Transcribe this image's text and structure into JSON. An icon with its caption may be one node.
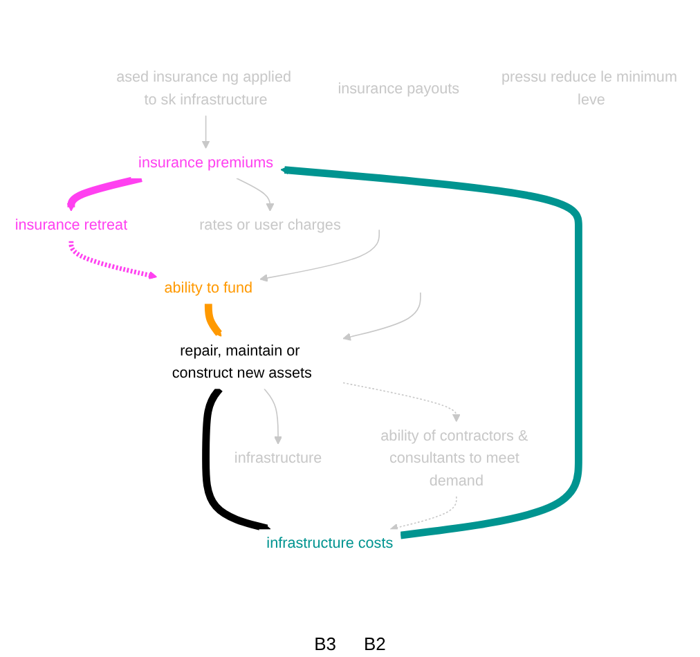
{
  "diagram": {
    "nodes": [
      {
        "text": [
          "ased insurance ng applied to sk infrastructure"
        ]
      },
      {
        "text": [
          "ability of contractors & consultants to meet demand"
        ]
      },
      {
        "text": [
          "insurance premiums"
        ]
      },
      {
        "text": [
          "insurance retreat"
        ]
      },
      {
        "text": [
          "infrastructure costs"
        ]
      },
      {
        "text": [
          "insurance payouts"
        ]
      },
      {
        "text": [
          "ability to fund"
        ]
      },
      {
        "text": [
          "pressu reduce le minimum leve"
        ]
      },
      {
        "text": [
          "repair, maintain or construct new assets"
        ]
      },
      {
        "text": [
          "rates or user charges"
        ]
      },
      {
        "text": [
          "infrastructure"
        ]
      }
    ],
    "edges": [
      {
        "from": 2,
        "to": 3,
        "arrow": "to",
        "style": "thick",
        "color": "#ff40f0"
      },
      {
        "from": 3,
        "to": 6,
        "arrow": "to",
        "style": "dashed",
        "color": "#ff40f0"
      },
      {
        "from": 6,
        "to": 8,
        "arrow": "to",
        "style": "thick",
        "color": "#ff9900"
      },
      {
        "from": 8,
        "to": 4,
        "arrow": "to",
        "style": "thick",
        "color": "#000000"
      },
      {
        "from": 4,
        "to": 2,
        "arrow": "to",
        "style": "thick",
        "color": "#009490"
      },
      {
        "from": 0,
        "to": 2,
        "arrow": "to"
      },
      {
        "from": 1,
        "to": 4,
        "arrow": "to",
        "style": "dashed"
      },
      {
        "from": 8,
        "to": 1,
        "arrow": "to",
        "style": "dashed"
      },
      {
        "from": 2,
        "to": 9,
        "arrow": "to"
      },
      {
        "from": 8,
        "to": 10,
        "arrow": "to"
      },
      {
        "from": null,
        "to": 6,
        "arrow": "to"
      },
      {
        "from": null,
        "to": 8,
        "arrow": "to"
      }
    ],
    "labels": [
      "B3",
      "B2"
    ]
  }
}
